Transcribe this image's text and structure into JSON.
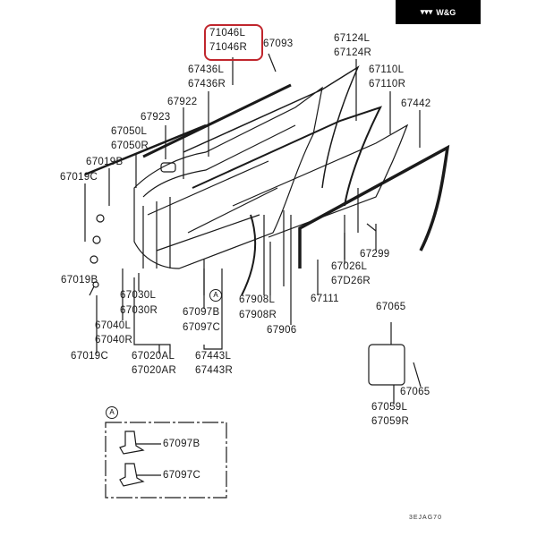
{
  "brand": {
    "logo_text": "W&G",
    "logo_icon": "triple-v-icon"
  },
  "highlight_color": "#c0262d",
  "highlighted_part": [
    "71046L",
    "71046R"
  ],
  "labels": {
    "p71046l": "71046L",
    "p71046r": "71046R",
    "p67093": "67093",
    "p67436l": "67436L",
    "p67436r": "67436R",
    "p67922": "67922",
    "p67923": "67923",
    "p67050l": "67050L",
    "p67050r": "67050R",
    "p67019b_a": "67019B",
    "p67019c_a": "67019C",
    "p67124l": "67124L",
    "p67124r": "67124R",
    "p67110l": "67110L",
    "p67110r": "67110R",
    "p67442": "67442",
    "p67299": "67299",
    "p67026l": "67026L",
    "p67026r": "67D26R",
    "p67111": "67111",
    "p67906": "67906",
    "p67908l": "67908L",
    "p67908r": "67908R",
    "p67019b_b": "67019B",
    "p67030l": "67030L",
    "p67030r": "67030R",
    "p67040l": "67040L",
    "p67040r": "67040R",
    "p67019c_b": "67019C",
    "p67020al": "67020AL",
    "p67020ar": "67020AR",
    "p67097b": "67097B",
    "p67097c": "67097C",
    "p67443l": "67443L",
    "p67443r": "67443R",
    "p67065_a": "67065",
    "p67065_b": "67065",
    "p67059l": "67059L",
    "p67059r": "67059R"
  },
  "callout_marker": "A",
  "inset": {
    "marker": "A",
    "p67097b": "67097B",
    "p67097c": "67097C"
  },
  "diagram_code": "3EJAG70"
}
